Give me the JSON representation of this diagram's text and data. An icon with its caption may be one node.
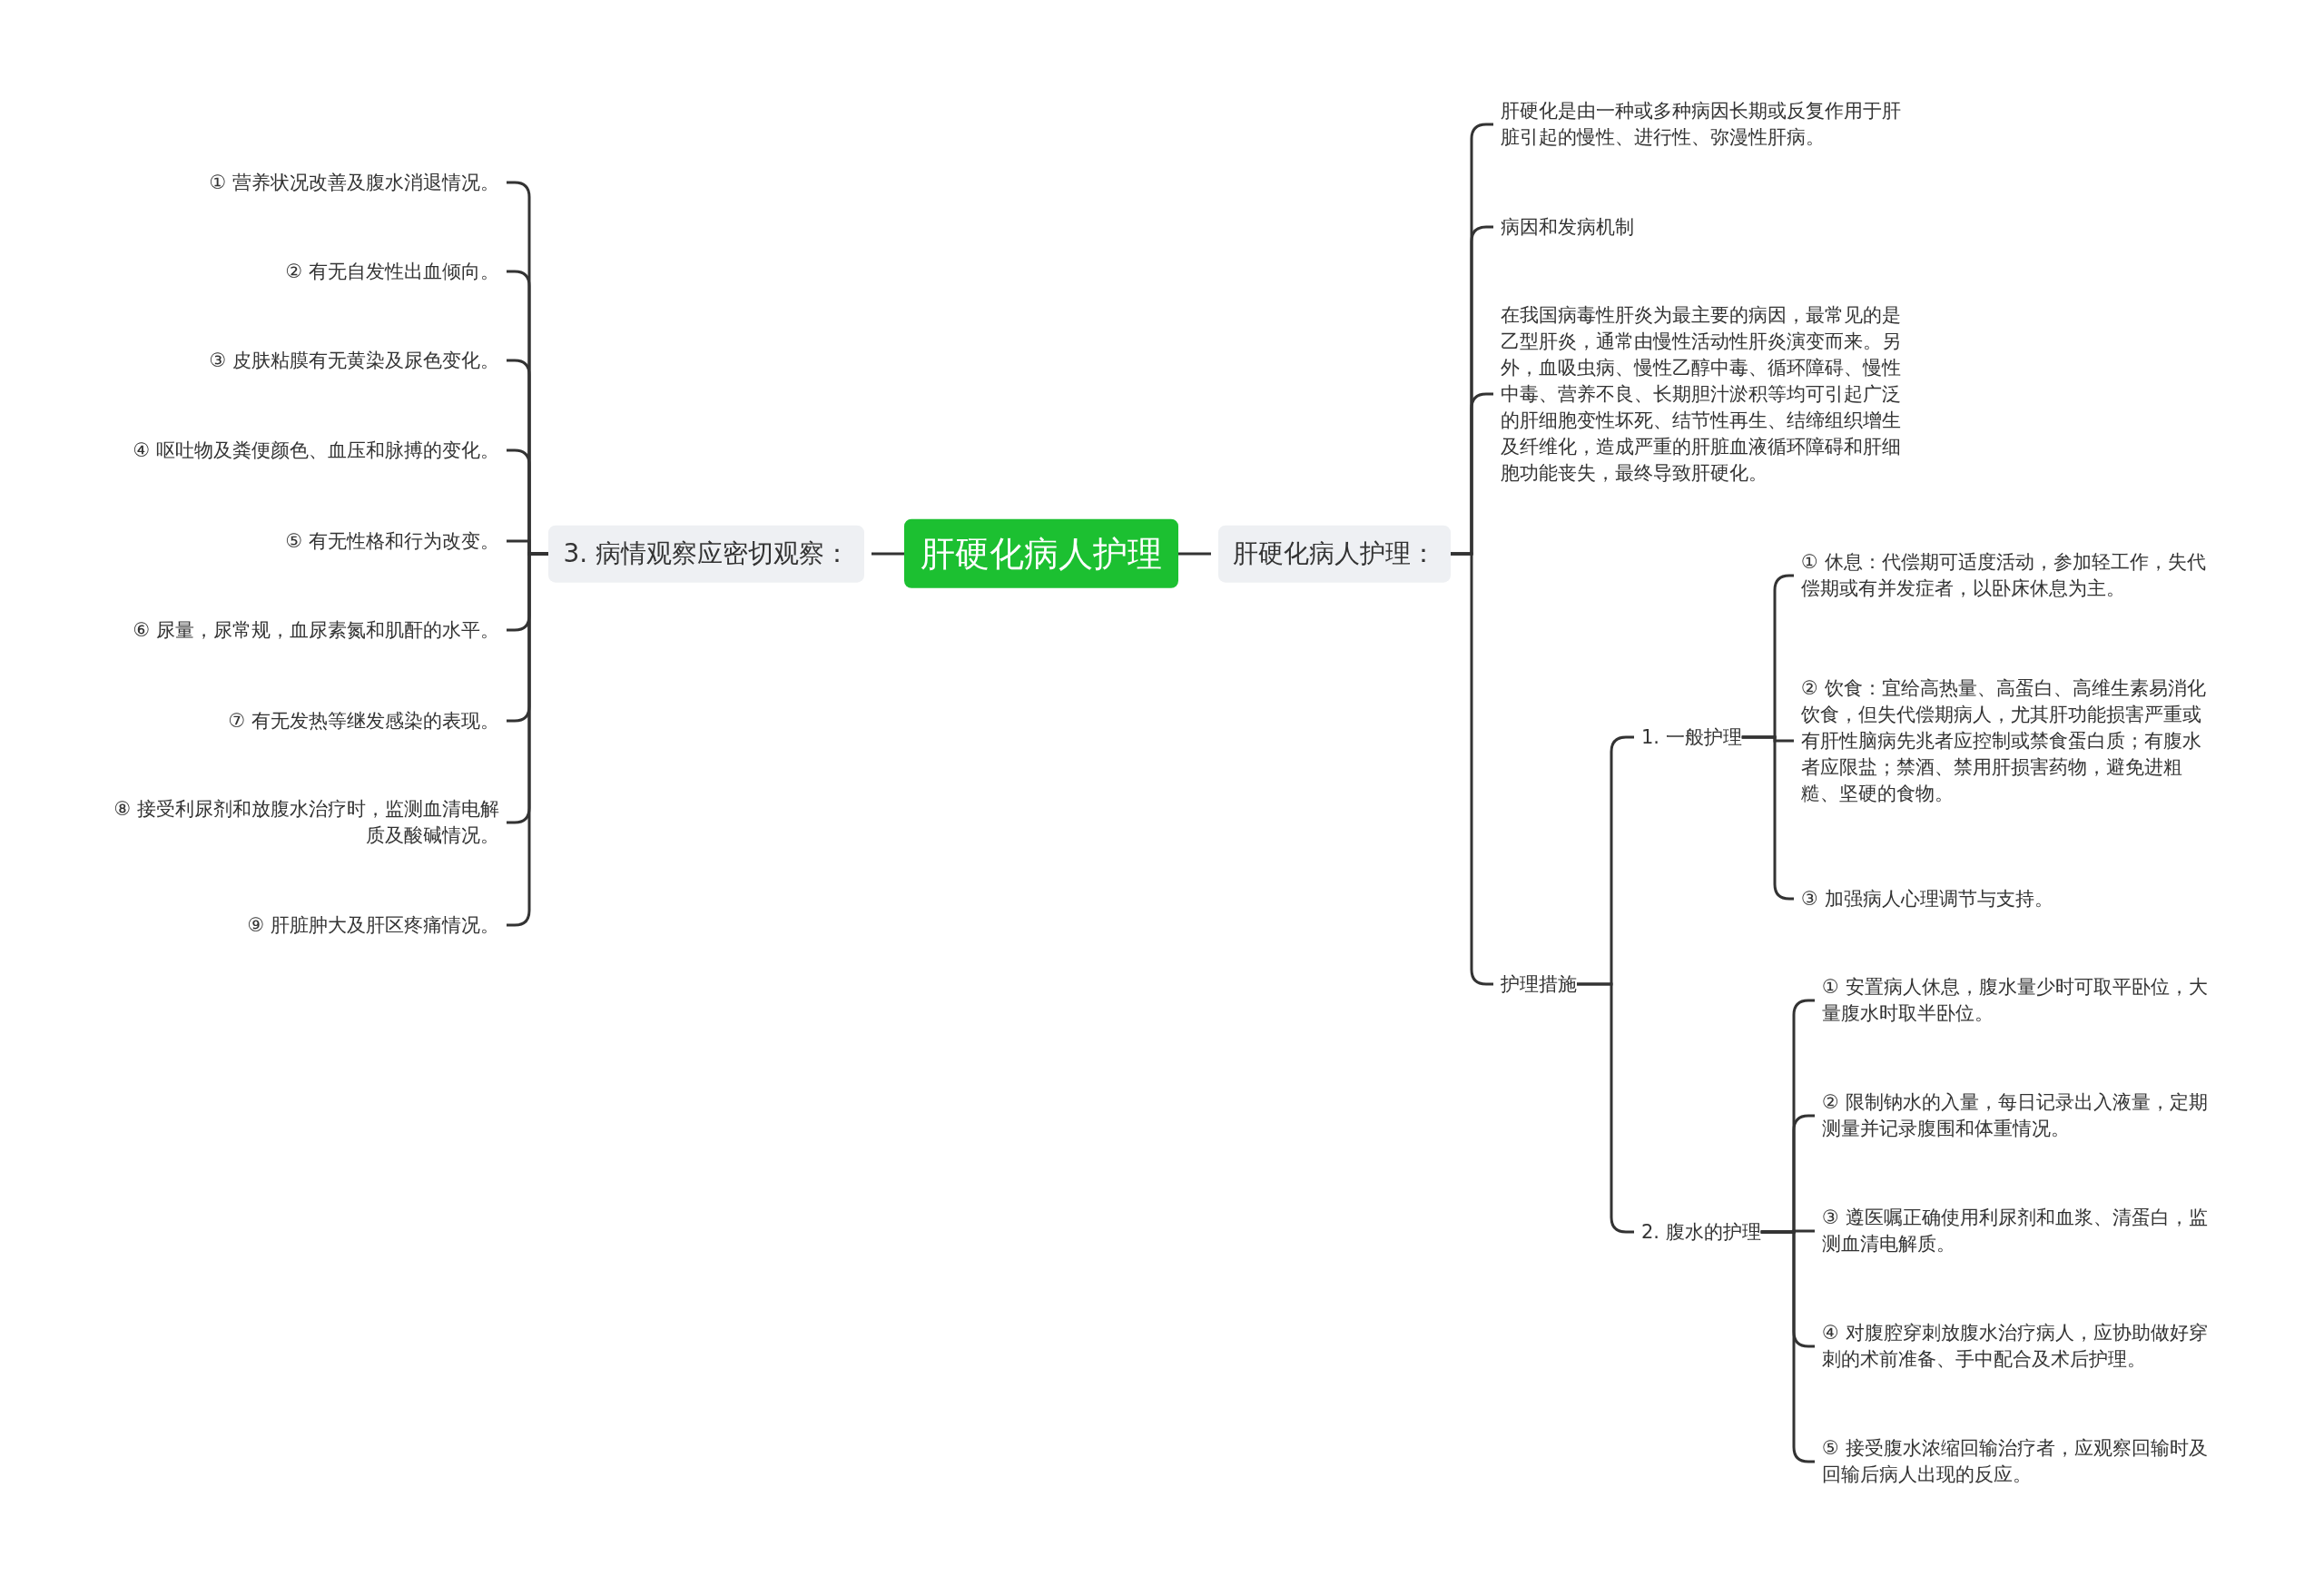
{
  "diagram": {
    "nodes": [
      {
        "text": [
          "肝硬化病人护理"
        ]
      },
      {
        "text": [
          "3. 病情观察应密切观察："
        ]
      },
      {
        "text": [
          "① 营养状况改善及腹水消退情况。"
        ]
      },
      {
        "text": [
          "② 有无自发性出血倾向。"
        ]
      },
      {
        "text": [
          "③ 皮肤粘膜有无黄染及尿色变化。"
        ]
      },
      {
        "text": [
          "④ 呕吐物及粪便颜色、血压和脉搏的变化。"
        ]
      },
      {
        "text": [
          "⑤ 有无性格和行为改变。"
        ]
      },
      {
        "text": [
          "⑥ 尿量，尿常规，血尿素氮和肌酐的水平。"
        ]
      },
      {
        "text": [
          "⑦ 有无发热等继发感染的表现。"
        ]
      },
      {
        "text": [
          "⑧ 接受利尿剂和放腹水治疗时，监测血清电解质及酸碱情况。"
        ]
      },
      {
        "text": [
          "⑨ 肝脏肿大及肝区疼痛情况。"
        ]
      },
      {
        "text": [
          "肝硬化病人护理："
        ]
      },
      {
        "text": [
          "肝硬化是由一种或多种病因长期或反复作用于肝脏引起的慢性、进行性、弥漫性肝病。"
        ]
      },
      {
        "text": [
          "病因和发病机制"
        ]
      },
      {
        "text": [
          "在我国病毒性肝炎为最主要的病因，最常见的是乙型肝炎，通常由慢性活动性肝炎演变而来。另外，血吸虫病、慢性乙醇中毒、循环障碍、慢性中毒、营养不良、长期胆汁淤积等均可引起广泛的肝细胞变性坏死、结节性再生、结缔组织增生及纤维化，造成严重的肝脏血液循环障碍和肝细胞功能丧失，最终导致肝硬化。"
        ]
      },
      {
        "text": [
          "护理措施"
        ]
      },
      {
        "text": [
          "1. 一般护理"
        ]
      },
      {
        "text": [
          "① 休息：代偿期可适度活动，参加轻工作，失代偿期或有并发症者，以卧床休息为主。"
        ]
      },
      {
        "text": [
          "② 饮食：宜给高热量、高蛋白、高维生素易消化饮食，但失代偿期病人，尤其肝功能损害严重或有肝性脑病先兆者应控制或禁食蛋白质；有腹水者应限盐；禁酒、禁用肝损害药物，避免进粗糙、坚硬的食物。"
        ]
      },
      {
        "text": [
          "③ 加强病人心理调节与支持。"
        ]
      },
      {
        "text": [
          "2. 腹水的护理"
        ]
      },
      {
        "text": [
          "① 安置病人休息，腹水量少时可取平卧位，大量腹水时取半卧位。"
        ]
      },
      {
        "text": [
          "② 限制钠水的入量，每日记录出入液量，定期测量并记录腹围和体重情况。"
        ]
      },
      {
        "text": [
          "③ 遵医嘱正确使用利尿剂和血浆、清蛋白，监测血清电解质。"
        ]
      },
      {
        "text": [
          "④ 对腹腔穿刺放腹水治疗病人，应协助做好穿刺的术前准备、手中配合及术后护理。"
        ]
      },
      {
        "text": [
          "⑤ 接受腹水浓缩回输治疗者，应观察回输时及回输后病人出现的反应。"
        ]
      }
    ],
    "edges": [
      {
        "from": 0,
        "to": 1,
        "arrow": "none"
      },
      {
        "from": 1,
        "to": 2,
        "arrow": "none"
      },
      {
        "from": 1,
        "to": 3,
        "arrow": "none"
      },
      {
        "from": 1,
        "to": 4,
        "arrow": "none"
      },
      {
        "from": 1,
        "to": 5,
        "arrow": "none"
      },
      {
        "from": 1,
        "to": 6,
        "arrow": "none"
      },
      {
        "from": 1,
        "to": 7,
        "arrow": "none"
      },
      {
        "from": 1,
        "to": 8,
        "arrow": "none"
      },
      {
        "from": 1,
        "to": 9,
        "arrow": "none"
      },
      {
        "from": 1,
        "to": 10,
        "arrow": "none"
      },
      {
        "from": 0,
        "to": 11,
        "arrow": "none"
      },
      {
        "from": 11,
        "to": 12,
        "arrow": "none"
      },
      {
        "from": 11,
        "to": 13,
        "arrow": "none"
      },
      {
        "from": 11,
        "to": 14,
        "arrow": "none"
      },
      {
        "from": 11,
        "to": 15,
        "arrow": "none"
      },
      {
        "from": 15,
        "to": 16,
        "arrow": "none"
      },
      {
        "from": 15,
        "to": 20,
        "arrow": "none"
      },
      {
        "from": 16,
        "to": 17,
        "arrow": "none"
      },
      {
        "from": 16,
        "to": 18,
        "arrow": "none"
      },
      {
        "from": 16,
        "to": 19,
        "arrow": "none"
      },
      {
        "from": 20,
        "to": 21,
        "arrow": "none"
      },
      {
        "from": 20,
        "to": 22,
        "arrow": "none"
      },
      {
        "from": 20,
        "to": 23,
        "arrow": "none"
      },
      {
        "from": 20,
        "to": 24,
        "arrow": "none"
      },
      {
        "from": 20,
        "to": 25,
        "arrow": "none"
      }
    ]
  }
}
